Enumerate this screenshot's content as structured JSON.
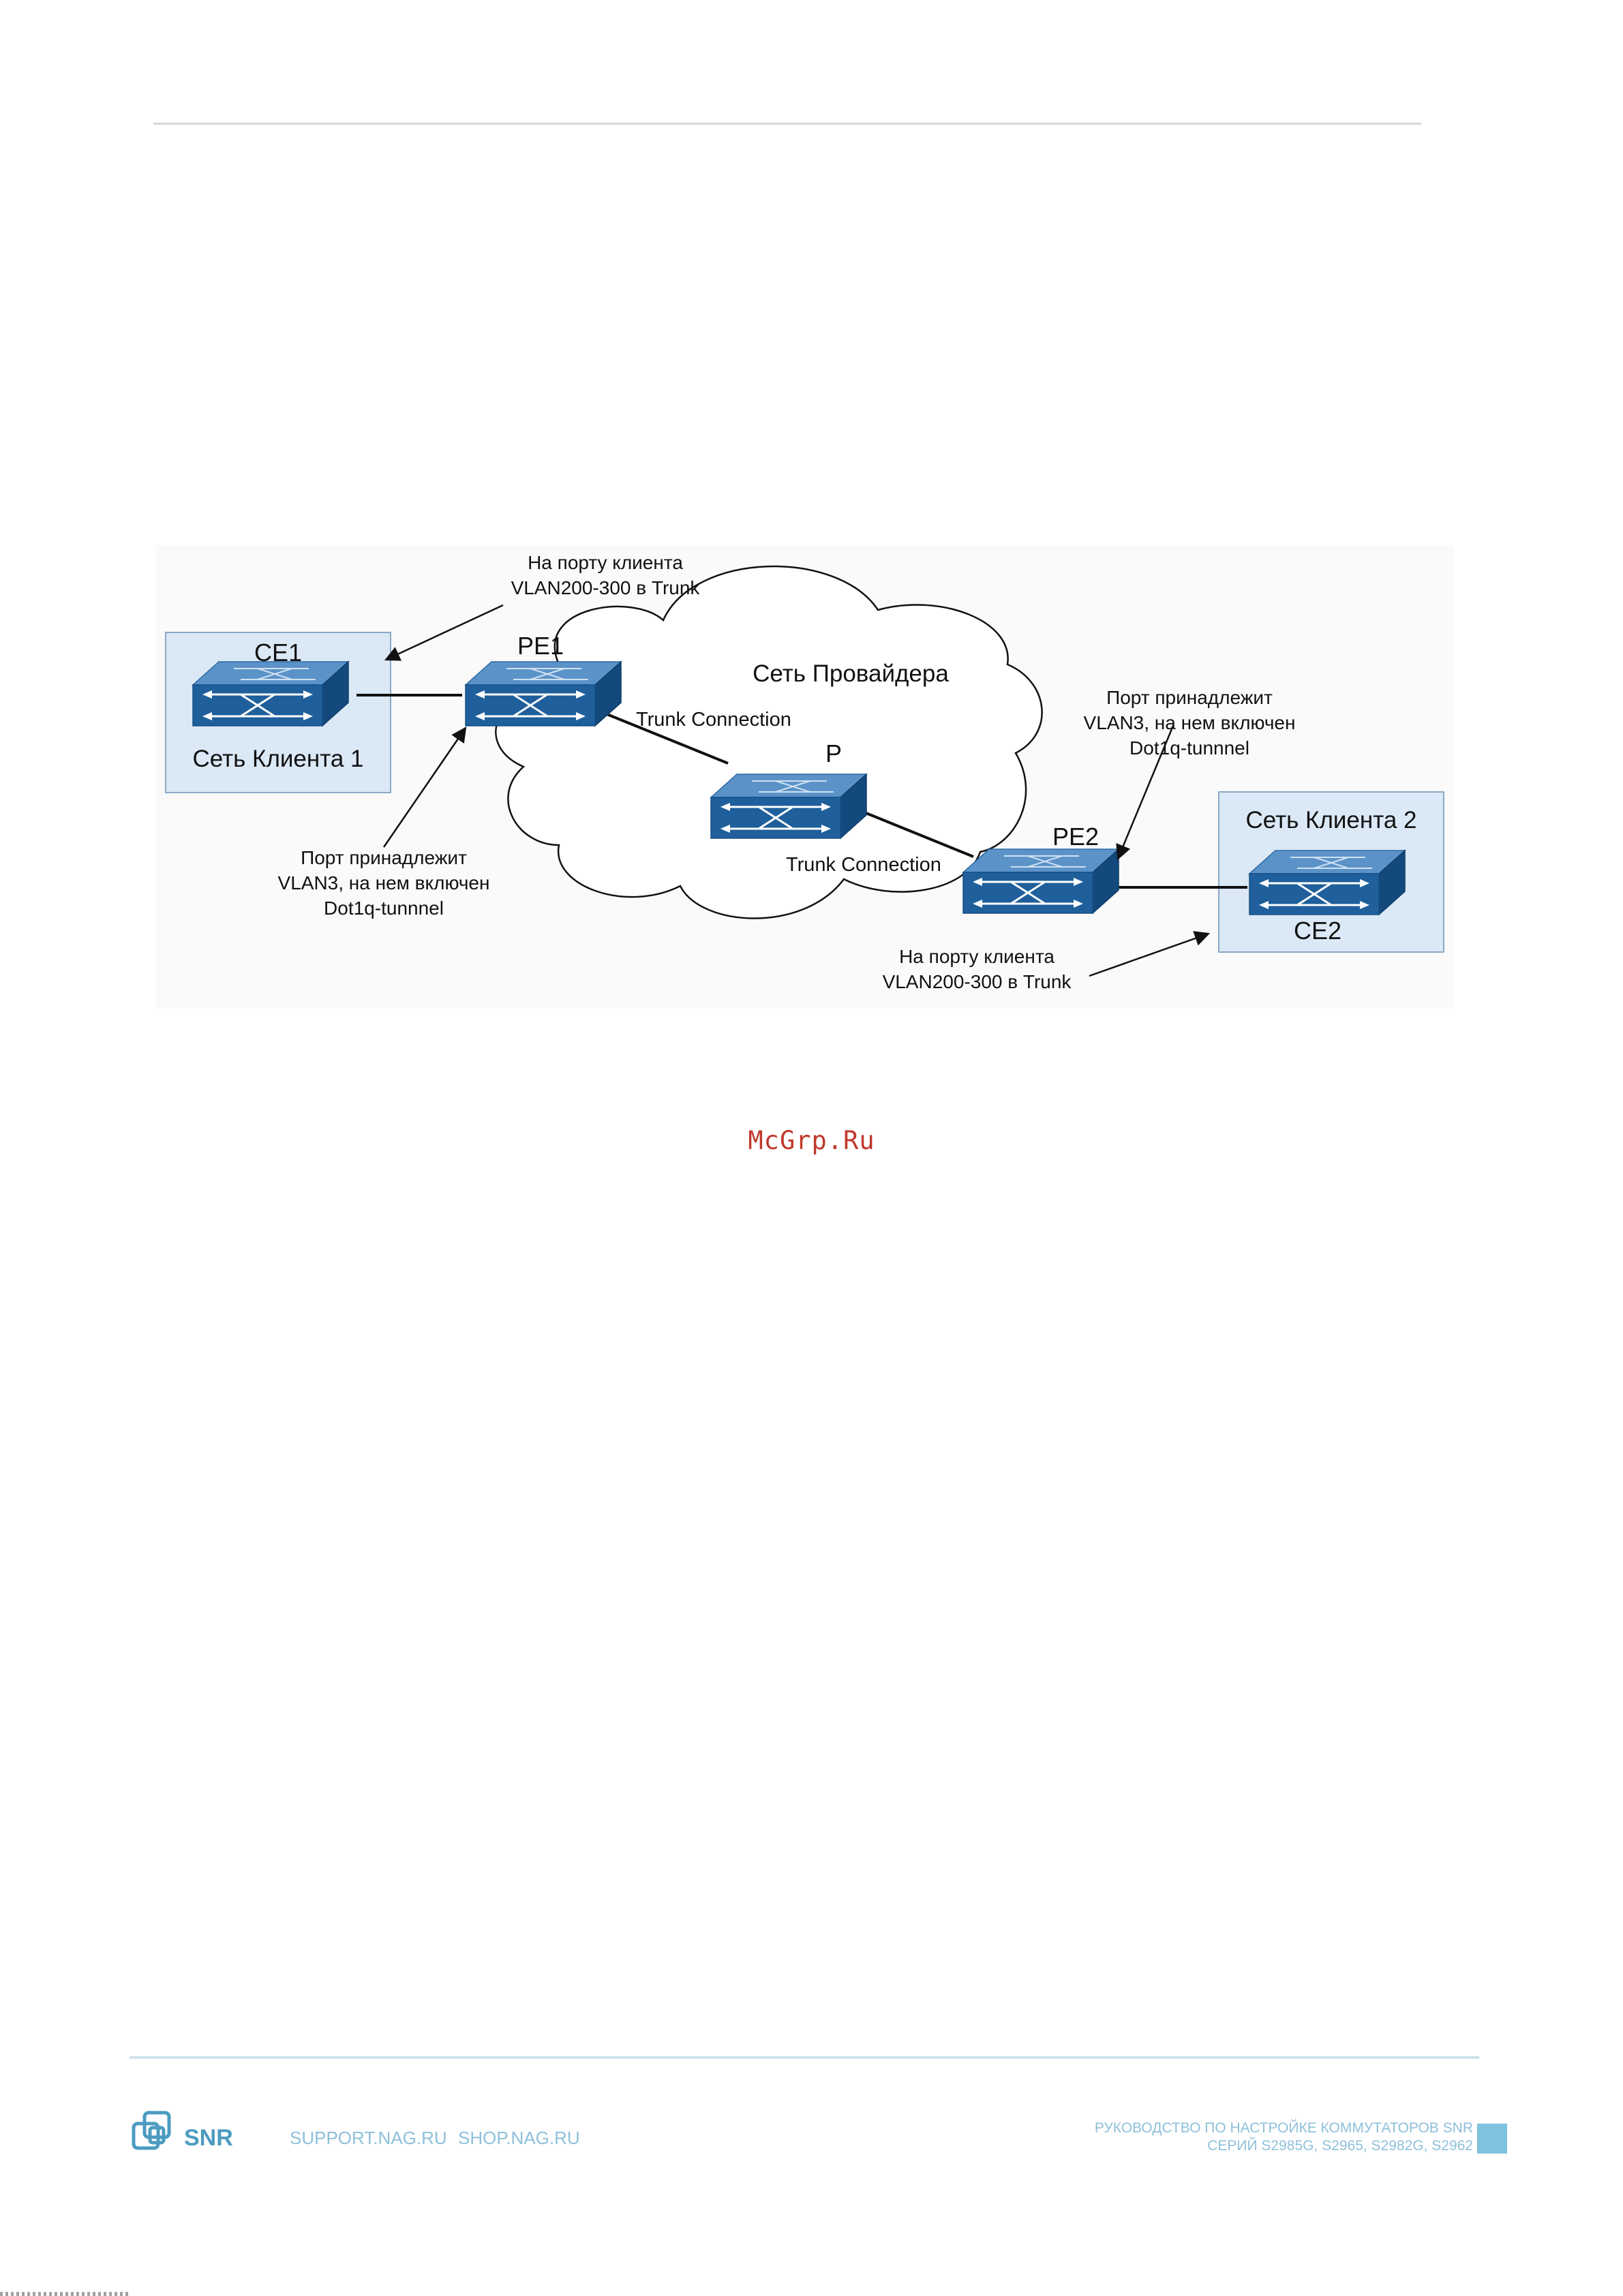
{
  "diagram": {
    "cloud_label": "Сеть Провайдера",
    "customer1": {
      "switch_label": "CE1",
      "network_label": "Сеть Клиента 1"
    },
    "customer2": {
      "switch_label": "CE2",
      "network_label": "Сеть Клиента 2"
    },
    "switches": {
      "pe1": "PE1",
      "p": "P",
      "pe2": "PE2"
    },
    "links": {
      "trunk1": "Trunk Connection",
      "trunk2": "Trunk Connection"
    },
    "annotations": {
      "ce1_port": [
        "На порту клиента",
        "VLAN200-300 в Trunk"
      ],
      "pe1_port": [
        "Порт принадлежит",
        "VLAN3, на нем включен",
        "Dot1q-tunnnel"
      ],
      "pe2_port": [
        "Порт принадлежит",
        "VLAN3, на нем включен",
        "Dot1q-tunnnel"
      ],
      "ce2_port": [
        "На порту клиента",
        "VLAN200-300 в Trunk"
      ]
    },
    "colors": {
      "switch_top": "#5b93c8",
      "switch_front": "#1f5f9c",
      "customer_box_fill": "#dbe8f5",
      "customer_box_border": "#8aa9c7"
    }
  },
  "watermark": "McGrp.Ru",
  "footer": {
    "logo_text": "SNR",
    "links": [
      "SUPPORT.NAG.RU",
      "SHOP.NAG.RU"
    ],
    "manual_title_line1": "РУКОВОДСТВО ПО НАСТРОЙКЕ КОММУТАТОРОВ SNR",
    "manual_title_line2": "СЕРИЙ S2985G, S2965, S2982G, S2962",
    "accent_color": "#7fc3de"
  }
}
